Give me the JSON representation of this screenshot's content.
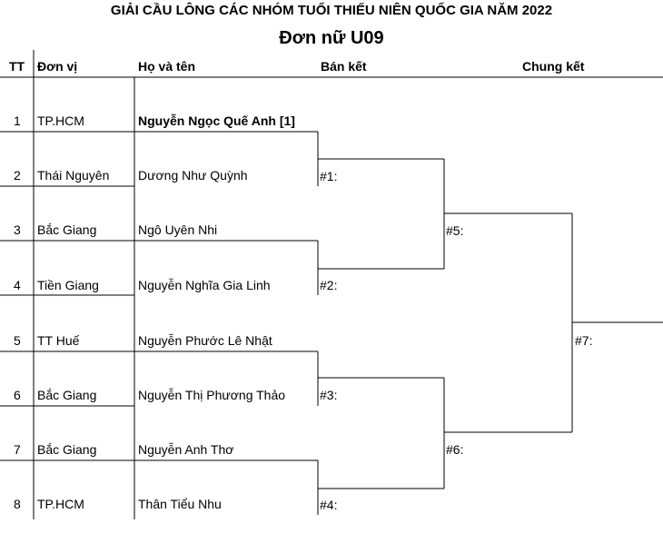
{
  "title": "GIẢI CẦU LÔNG CÁC NHÓM TUỔI THIẾU NIÊN QUỐC GIA NĂM 2022",
  "subtitle": "Đơn nữ U09",
  "headers": {
    "tt": "TT",
    "unit": "Đơn vị",
    "name": "Họ và tên",
    "semifinal": "Bán kết",
    "final": "Chung kết"
  },
  "players": [
    {
      "tt": "1",
      "unit": "TP.HCM",
      "name": "Nguyễn Ngọc Quế Anh [1]"
    },
    {
      "tt": "2",
      "unit": "Thái Nguyên",
      "name": "Dương Như Quỳnh"
    },
    {
      "tt": "3",
      "unit": "Bắc Giang",
      "name": "Ngô Uyên Nhi"
    },
    {
      "tt": "4",
      "unit": "Tiền Giang",
      "name": "Nguyễn Nghĩa Gia Linh"
    },
    {
      "tt": "5",
      "unit": "TT Huế",
      "name": "Nguyễn Phước Lê Nhật"
    },
    {
      "tt": "6",
      "unit": "Bắc Giang",
      "name": "Nguyễn Thị Phương Thảo"
    },
    {
      "tt": "7",
      "unit": "Bắc Giang",
      "name": "Nguyễn Anh Thơ"
    },
    {
      "tt": "8",
      "unit": "TP.HCM",
      "name": "Thân Tiểu Nhu"
    }
  ],
  "matches": [
    "#1:",
    "#2:",
    "#3:",
    "#4:",
    "#5:",
    "#6:",
    "#7:"
  ]
}
